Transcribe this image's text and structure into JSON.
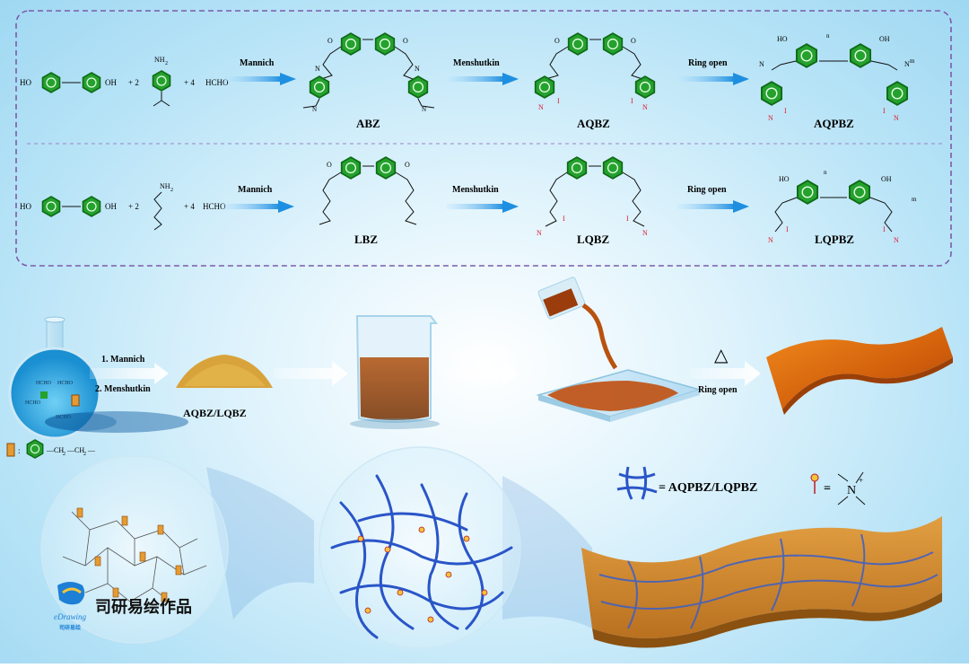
{
  "scheme": {
    "row1": {
      "reactant1": "HO",
      "reactant1_end": "OH",
      "coef2": "+ 2",
      "amine_nh2": "NH",
      "amine_sub": "2",
      "coef4": "+ 4",
      "formaldehyde": "HCHO",
      "step1": "Mannich",
      "product1": "ABZ",
      "step2": "Menshutkin",
      "product2": "AQBZ",
      "step3": "Ring open",
      "product3": "AQPBZ",
      "iodide": "I",
      "oxygen": "O",
      "nitrogen": "N",
      "ho": "HO",
      "oh": "OH",
      "n_sub": "n",
      "m_sub": "m"
    },
    "row2": {
      "reactant1": "HO",
      "reactant1_end": "OH",
      "coef2": "+ 2",
      "amine_nh2": "NH",
      "amine_sub": "2",
      "coef4": "+ 4",
      "formaldehyde": "HCHO",
      "step1": "Mannich",
      "product1": "LBZ",
      "step2": "Menshutkin",
      "product2": "LQBZ",
      "step3": "Ring open",
      "product3": "LQPBZ"
    }
  },
  "process": {
    "flask_label_hcho": "HCHO",
    "step_a": "1. Mannich",
    "step_b": "2. Menshutkin",
    "powder_label": "AQBZ/LQBZ",
    "heat_symbol": "△",
    "ring_open": "Ring open",
    "linker_def_1": "—CH",
    "linker_def_sub": "2",
    "linker_def_2": "—CH",
    "linker_def_3": "—"
  },
  "legend": {
    "network_eq": "= AQPBZ/LQPBZ",
    "cation_eq": "=",
    "cation_n": "N",
    "cation_plus": "+"
  },
  "watermark": {
    "chinese": "司研易绘作品",
    "brand": "eDrawing",
    "brand_sub": "司研易绘"
  },
  "colors": {
    "ring_fill": "#25a12e",
    "ring_stroke": "#0f6a17",
    "arrow_blue": "#1e8fe0",
    "box_border": "#7b5ca8",
    "iodide_red": "#e0192b",
    "polymer_blue": "#2a55c8",
    "film_orange": "#d9650f",
    "powder_yellow": "#d8a33a"
  }
}
